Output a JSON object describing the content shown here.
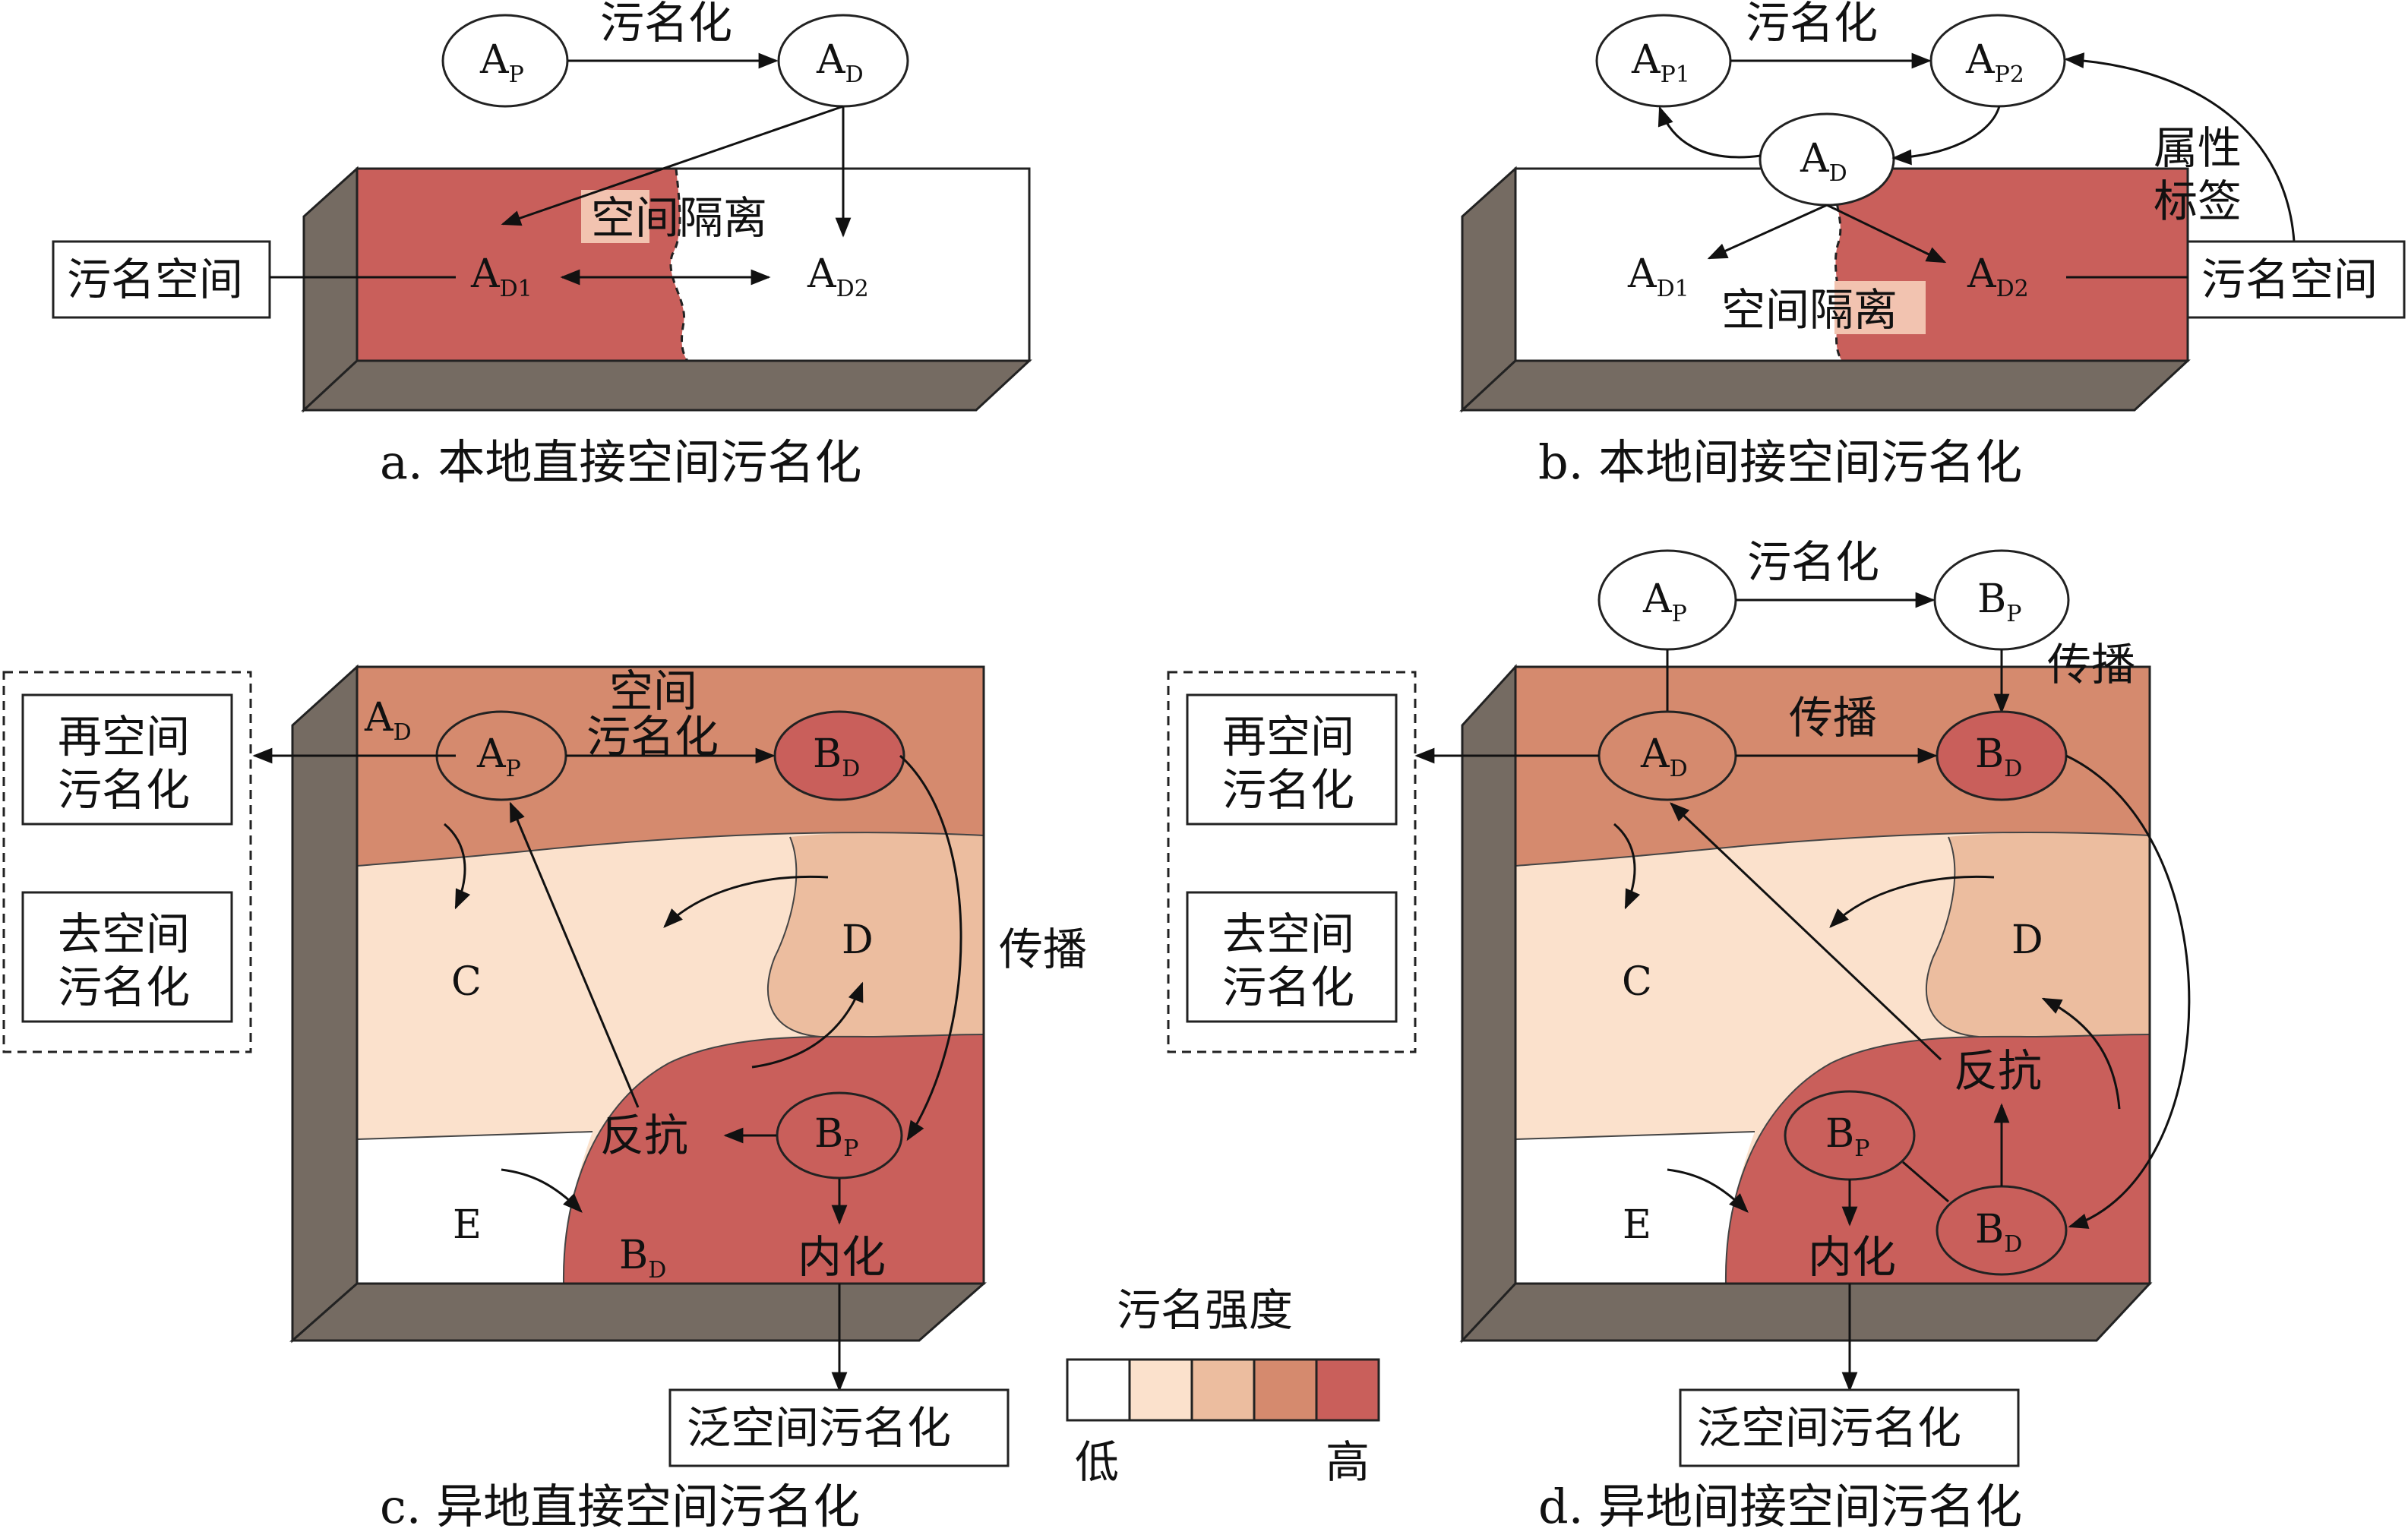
{
  "colors": {
    "legend": [
      "#ffffff",
      "#fbe1cc",
      "#ecbd9f",
      "#d58a6e",
      "#c95f5b"
    ],
    "side_face": "#756b62",
    "outline": "#222222"
  },
  "legend": {
    "title": "污名强度",
    "low": "低",
    "high": "高"
  },
  "panel_a": {
    "caption": "a. 本地直接空间污名化",
    "node_ap": {
      "main": "A",
      "sub": "P"
    },
    "node_ad": {
      "main": "A",
      "sub": "D"
    },
    "edge_label": "污名化",
    "region_ad1": {
      "main": "A",
      "sub": "D1"
    },
    "region_ad2": {
      "main": "A",
      "sub": "D2"
    },
    "segregation": "空间隔离",
    "box": "污名空间"
  },
  "panel_b": {
    "caption": "b. 本地间接空间污名化",
    "node_ap1": {
      "main": "A",
      "sub": "P1"
    },
    "node_ap2": {
      "main": "A",
      "sub": "P2"
    },
    "node_ad": {
      "main": "A",
      "sub": "D"
    },
    "edge_label": "污名化",
    "attr_line1": "属性",
    "attr_line2": "标签",
    "region_ad1": {
      "main": "A",
      "sub": "D1"
    },
    "region_ad2": {
      "main": "A",
      "sub": "D2"
    },
    "segregation": "空间隔离",
    "box": "污名空间"
  },
  "panel_c": {
    "caption": "c. 异地直接空间污名化",
    "label_ad": {
      "main": "A",
      "sub": "D"
    },
    "node_ap": {
      "main": "A",
      "sub": "P"
    },
    "node_bd": {
      "main": "B",
      "sub": "D"
    },
    "node_bp": {
      "main": "B",
      "sub": "P"
    },
    "edge_line1": "空间",
    "edge_line2": "污名化",
    "spread": "传播",
    "resist": "反抗",
    "internal": "内化",
    "region_c": "C",
    "region_d": "D",
    "region_e": "E",
    "region_bd": {
      "main": "B",
      "sub": "D"
    },
    "re_line1": "再空间",
    "re_line2": "污名化",
    "de_line1": "去空间",
    "de_line2": "污名化",
    "pan": "泛空间污名化"
  },
  "panel_d": {
    "caption": "d. 异地间接空间污名化",
    "node_ap": {
      "main": "A",
      "sub": "P"
    },
    "node_bp_top": {
      "main": "B",
      "sub": "P"
    },
    "node_ad": {
      "main": "A",
      "sub": "D"
    },
    "node_bd_top": {
      "main": "B",
      "sub": "D"
    },
    "node_bp": {
      "main": "B",
      "sub": "P"
    },
    "node_bd": {
      "main": "B",
      "sub": "D"
    },
    "edge_label": "污名化",
    "spread_top": "传播",
    "spread_mid": "传播",
    "resist": "反抗",
    "internal": "内化",
    "region_c": "C",
    "region_d": "D",
    "region_e": "E",
    "re_line1": "再空间",
    "re_line2": "污名化",
    "de_line1": "去空间",
    "de_line2": "污名化",
    "pan": "泛空间污名化"
  }
}
